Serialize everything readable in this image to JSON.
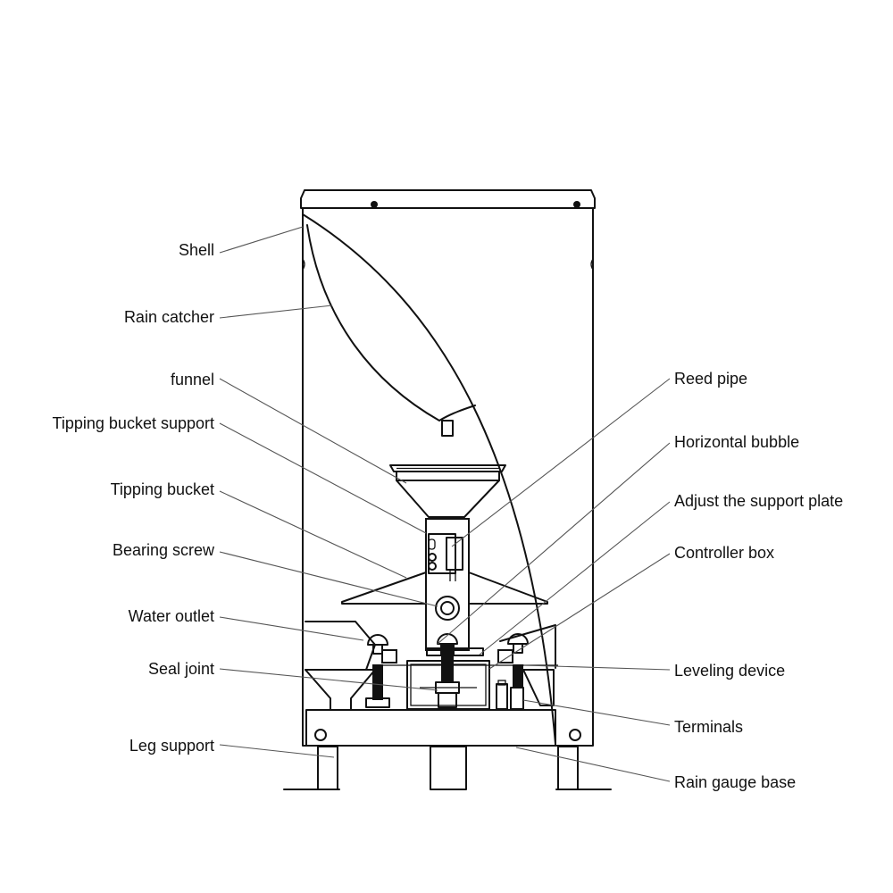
{
  "labels": {
    "shell": "Shell",
    "rain_catcher": "Rain catcher",
    "funnel": "funnel",
    "tipping_bucket_support": "Tipping bucket support",
    "tipping_bucket": "Tipping bucket",
    "bearing_screw": "Bearing screw",
    "water_outlet": "Water outlet",
    "seal_joint": "Seal joint",
    "leg_support": "Leg support",
    "reed_pipe": "Reed pipe",
    "horizontal_bubble": "Horizontal bubble",
    "adjust_support_plate": "Adjust the support plate",
    "controller_box": "Controller box",
    "leveling_device": "Leveling device",
    "terminals": "Terminals",
    "rain_gauge_base": "Rain gauge base"
  },
  "colors": {
    "line": "#111111",
    "leader": "#555555",
    "background": "#ffffff"
  }
}
